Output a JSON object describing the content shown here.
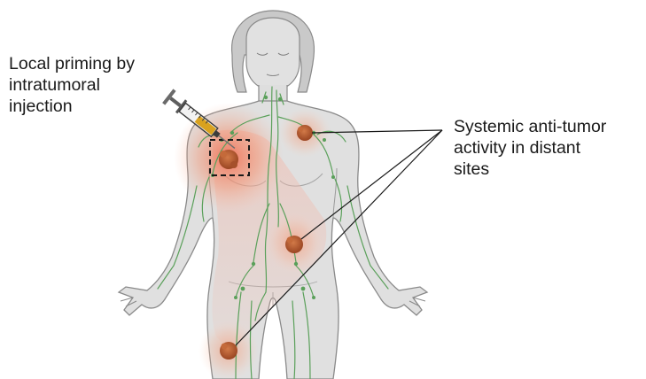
{
  "local_priming": {
    "line1": "Local priming by",
    "line2": "intratumoral",
    "line3": "injection"
  },
  "systemic": {
    "line1": "Systemic anti-tumor",
    "line2": "activity in distant",
    "line3": "sites"
  },
  "colors": {
    "skin": "#dcdcdc",
    "outline": "#7a7a7a",
    "lymph": "#5aa05a",
    "tumor": "#b4542a",
    "glow": "#f07850",
    "syringe_liquid": "#d9a21f"
  },
  "icons": {
    "syringe": "syringe-icon",
    "injection_box": "dashed-box-icon"
  }
}
